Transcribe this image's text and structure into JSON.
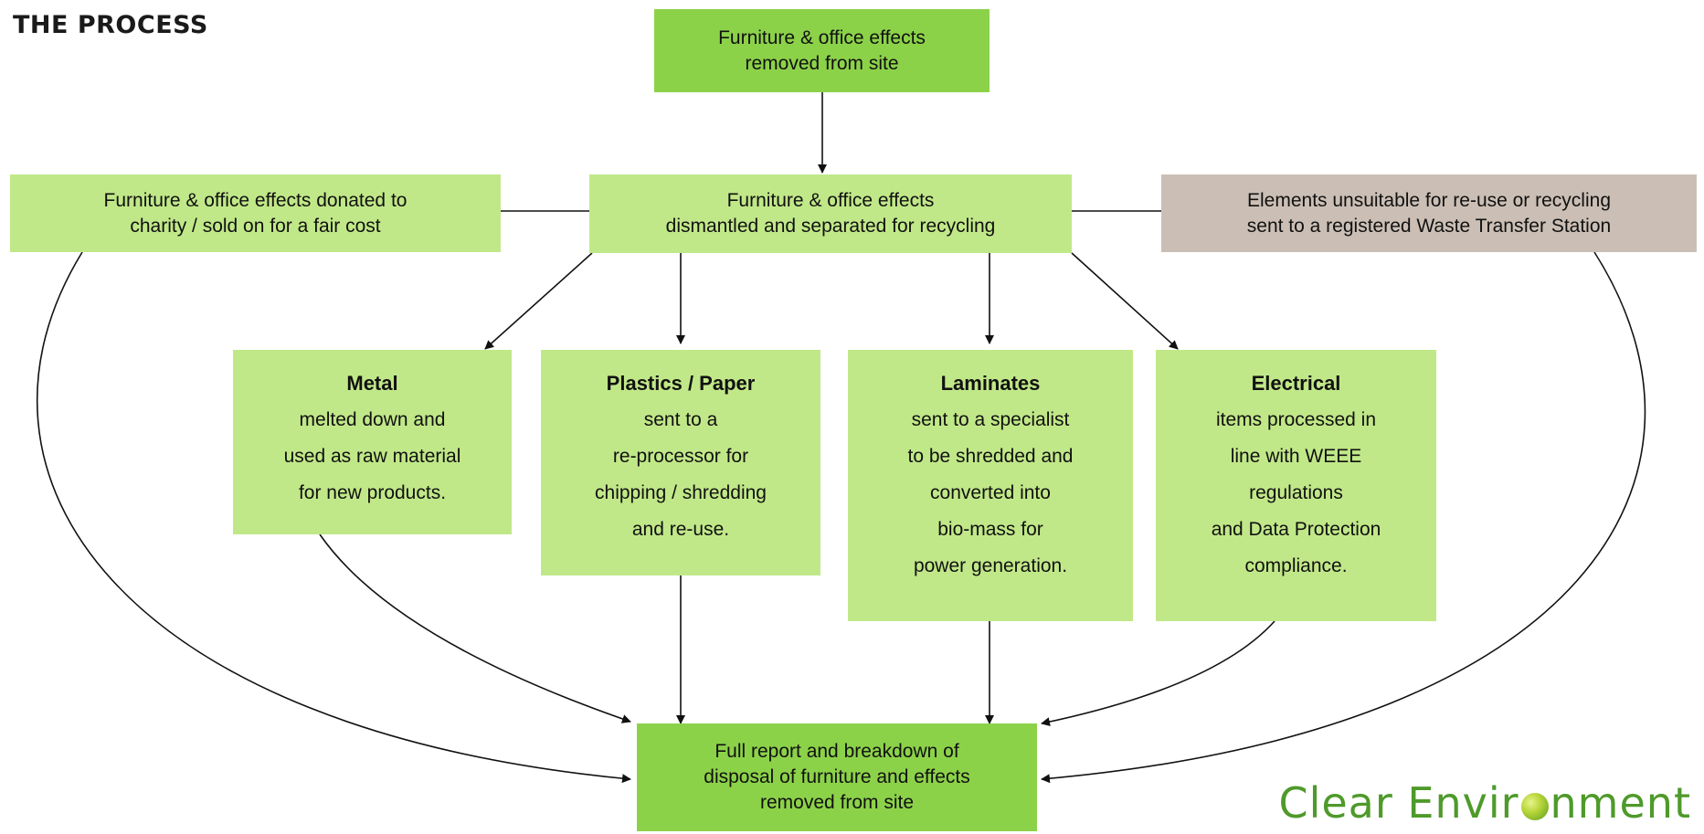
{
  "title": "THE PROCESS",
  "nodes": {
    "start": [
      "Furniture & office effects",
      "removed from site"
    ],
    "dismantle": [
      "Furniture & office effects",
      "dismantled and separated for recycling"
    ],
    "donate": [
      "Furniture & office effects donated to",
      "charity / sold on for a fair cost"
    ],
    "unsuitable": [
      "Elements  unsuitable for re-use or recycling",
      "sent to a registered Waste Transfer Station"
    ],
    "metal": {
      "heading": "Metal",
      "lines": [
        "melted down and",
        "used as raw material",
        "for new products."
      ]
    },
    "plastics": {
      "heading": "Plastics / Paper",
      "lines": [
        "sent to a",
        "re-processor for",
        "chipping / shredding",
        "and re-use."
      ]
    },
    "laminates": {
      "heading": "Laminates",
      "lines": [
        "sent to a specialist",
        "to be shredded and",
        "converted into",
        "bio-mass for",
        "power generation."
      ]
    },
    "electrical": {
      "heading": "Electrical",
      "lines": [
        "items processed in",
        "line with WEEE",
        "regulations",
        "and Data Protection",
        "compliance."
      ]
    },
    "report": [
      "Full report and breakdown of",
      "disposal of furniture and effects",
      "removed from site"
    ]
  },
  "logo": {
    "part1": "Clear Envir",
    "part2": "nment"
  },
  "colors": {
    "light_green": "#c1e888",
    "bright_green": "#8cd249",
    "gray_box": "#cbbfb5",
    "logo_green": "#4e9a2a"
  }
}
